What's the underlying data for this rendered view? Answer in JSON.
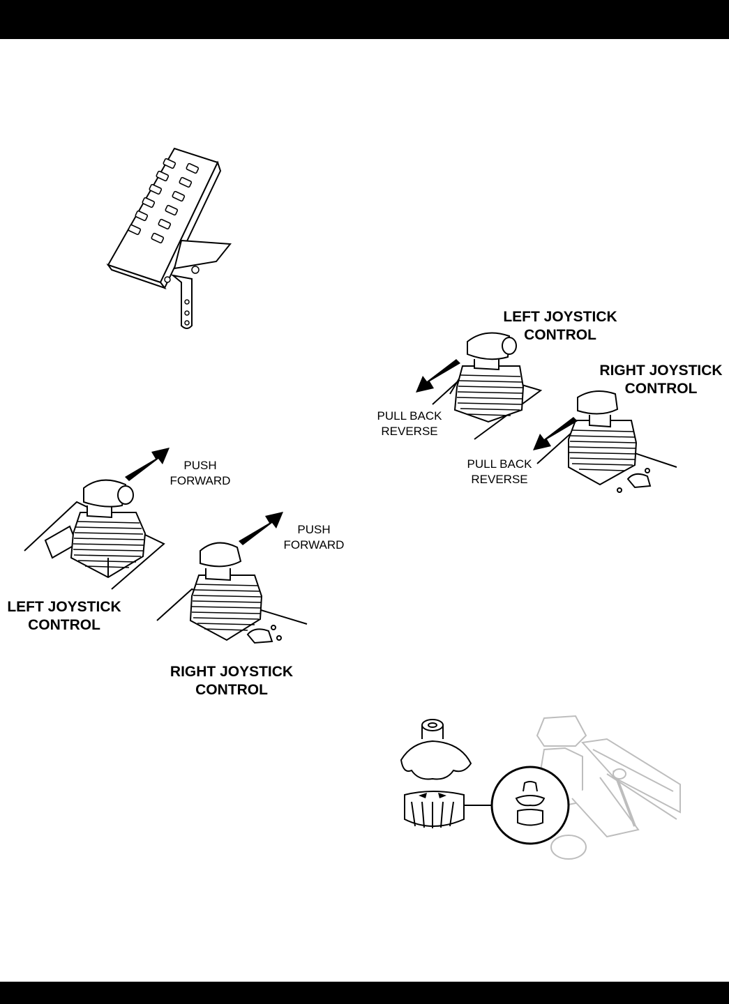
{
  "figures": {
    "forward": {
      "left_label": [
        "LEFT JOYSTICK",
        "CONTROL"
      ],
      "right_label": [
        "RIGHT JOYSTICK",
        "CONTROL"
      ],
      "left_action": [
        "PUSH",
        "FORWARD"
      ],
      "right_action": [
        "PUSH",
        "FORWARD"
      ]
    },
    "reverse": {
      "left_label": [
        "LEFT JOYSTICK",
        "CONTROL"
      ],
      "right_label": [
        "RIGHT JOYSTICK",
        "CONTROL"
      ],
      "left_action": [
        "PULL BACK",
        "REVERSE"
      ],
      "right_action": [
        "PULL BACK",
        "REVERSE"
      ]
    }
  },
  "colors": {
    "bar": "#000000",
    "ink": "#000000",
    "faded": "#bdbdbd"
  }
}
